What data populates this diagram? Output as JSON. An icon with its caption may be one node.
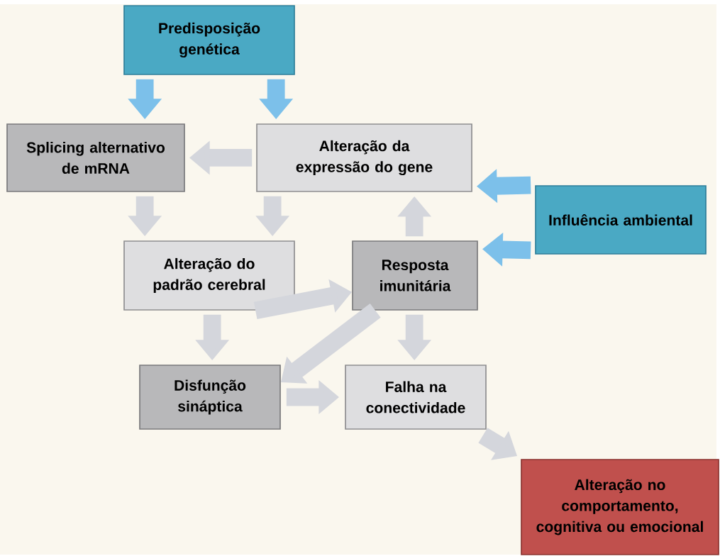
{
  "diagram": {
    "nodes": [
      {
        "text": [
          "Predisposição genética"
        ]
      },
      {
        "text": [
          "Splicing alternativo de mRNA"
        ]
      },
      {
        "text": [
          "Alteração da expressão do gene"
        ]
      },
      {
        "text": [
          "Influência ambiental"
        ]
      },
      {
        "text": [
          "Alteração do padrão cerebral"
        ]
      },
      {
        "text": [
          "Resposta imunitária"
        ]
      },
      {
        "text": [
          "Disfunção sináptica"
        ]
      },
      {
        "text": [
          "Falha na conectividade"
        ]
      },
      {
        "text": [
          "Alteração no comportamento, cognitiva ou emocional"
        ]
      }
    ],
    "edges": [
      {
        "from": 0,
        "to": 1,
        "arrow": "to",
        "color": "#7cc0ea"
      },
      {
        "from": 0,
        "to": 2,
        "arrow": "to",
        "color": "#7cc0ea"
      },
      {
        "from": 2,
        "to": 1,
        "arrow": "to"
      },
      {
        "from": 1,
        "to": 4,
        "arrow": "to"
      },
      {
        "from": 2,
        "to": 4,
        "arrow": "to"
      },
      {
        "from": 3,
        "to": 2,
        "arrow": "to",
        "color": "#7cc0ea"
      },
      {
        "from": 3,
        "to": 5,
        "arrow": "to",
        "color": "#7cc0ea"
      },
      {
        "from": 5,
        "to": 2,
        "arrow": "to"
      },
      {
        "from": 4,
        "to": 6,
        "arrow": "to"
      },
      {
        "from": 4,
        "to": 5,
        "arrow": "to"
      },
      {
        "from": 5,
        "to": 6,
        "arrow": "to"
      },
      {
        "from": 5,
        "to": 7,
        "arrow": "to"
      },
      {
        "from": 6,
        "to": 7,
        "arrow": "to"
      },
      {
        "from": 7,
        "to": 8,
        "arrow": "to"
      }
    ]
  }
}
